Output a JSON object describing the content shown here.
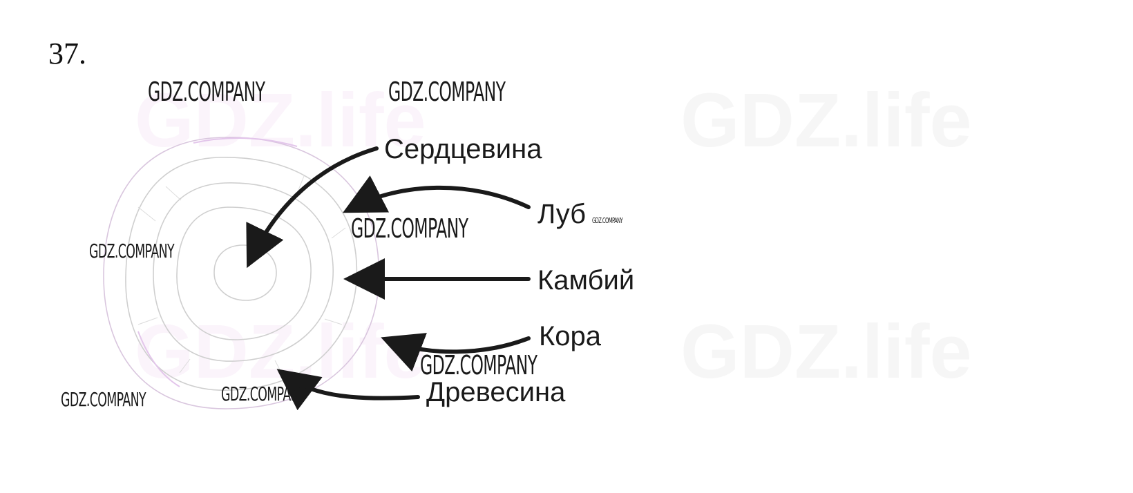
{
  "task": {
    "number": "37."
  },
  "diagram": {
    "labels": {
      "heartwood": "Сердцевина",
      "phloem": "Луб",
      "cambium": "Камбий",
      "bark": "Кора",
      "wood": "Древесина"
    },
    "colors": {
      "arrow": "#1a1a1a",
      "rings": "#c8c8c8",
      "bark_tint": "#e6c9ec"
    }
  },
  "watermarks": {
    "company": "GDZ.COMPANY",
    "site": "GDZ.life"
  }
}
